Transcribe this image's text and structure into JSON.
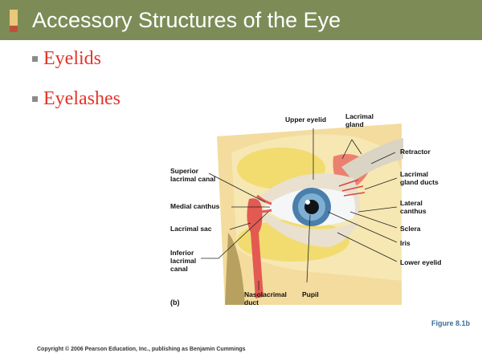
{
  "slide": {
    "title": "Accessory Structures of the Eye",
    "bullets": [
      "Eyelids",
      "Eyelashes"
    ]
  },
  "figure": {
    "panel_label": "(b)",
    "labels": {
      "upper_eyelid": "Upper eyelid",
      "lacrimal_gland": "Lacrimal\ngland",
      "retractor": "Retractor",
      "lacrimal_gland_ducts": "Lacrimal\ngland ducts",
      "lateral_canthus": "Lateral\ncanthus",
      "sclera": "Sclera",
      "iris": "Iris",
      "lower_eyelid": "Lower eyelid",
      "superior_lacrimal_canal": "Superior\nlacrimal canal",
      "medial_canthus": "Medial canthus",
      "lacrimal_sac": "Lacrimal sac",
      "inferior_lacrimal_canal": "Inferior\nlacrimal\ncanal",
      "nasolacrimal_duct": "Nasolacrimal\nduct",
      "pupil": "Pupil"
    }
  },
  "footer": {
    "copyright": "Copyright © 2006 Pearson Education, Inc., publishing as Benjamin Cummings",
    "figure_ref": "Figure 8.1b"
  },
  "colors": {
    "title_bar": "#7d8c57",
    "bullet_text": "#e3342a",
    "figure_ref": "#3a6d9a",
    "skin": "#f2d9a0",
    "fat": "#f1dc7a",
    "iris": "#3f6f97",
    "lacrimal": "#e8655a"
  }
}
